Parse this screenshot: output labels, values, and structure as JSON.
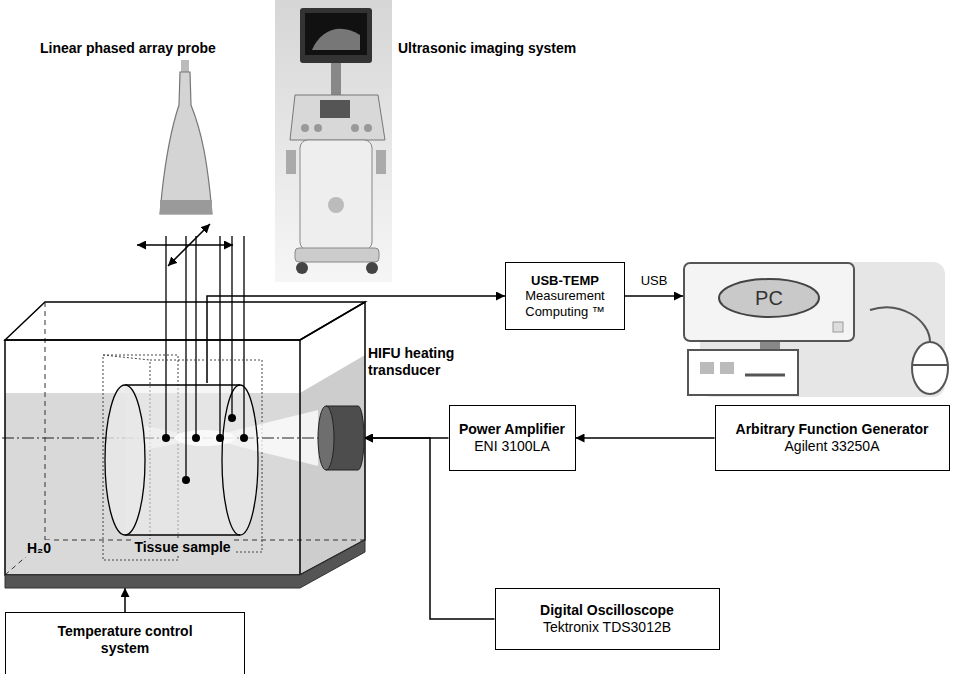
{
  "diagram": {
    "nodes": [
      {
        "text": [
          "USB-TEMP",
          "Measurement Computing ™"
        ]
      },
      {
        "text": [
          "PC"
        ]
      },
      {
        "text": [
          "H₂0"
        ]
      },
      {
        "text": [
          "Tissue sample"
        ],
        "in": 2
      },
      {
        "text": [
          "HIFU heating transducer"
        ]
      },
      {
        "text": [
          "Power Amplifier",
          "ENI 3100LA"
        ]
      },
      {
        "text": [
          "Arbitrary Function Generator",
          "Agilent 33250A"
        ]
      },
      {
        "text": [
          "Temperature control system"
        ]
      },
      {
        "text": [
          "Digital Oscilloscope",
          "Tektronix TDS3012B"
        ]
      }
    ],
    "edges": [
      {
        "from": 3,
        "to": 0,
        "arrow": "to"
      },
      {
        "from": 0,
        "to": 1,
        "label": "USB",
        "arrow": "to"
      },
      {
        "from": 6,
        "to": 5,
        "arrow": "to"
      },
      {
        "from": 5,
        "to": 4,
        "arrow": "to"
      },
      {
        "from": 8,
        "to": 4,
        "arrow": "to"
      },
      {
        "from": 7,
        "to": 2,
        "arrow": "to"
      }
    ],
    "labels": [
      "Linear phased array probe",
      "Ultrasonic imaging system"
    ]
  }
}
